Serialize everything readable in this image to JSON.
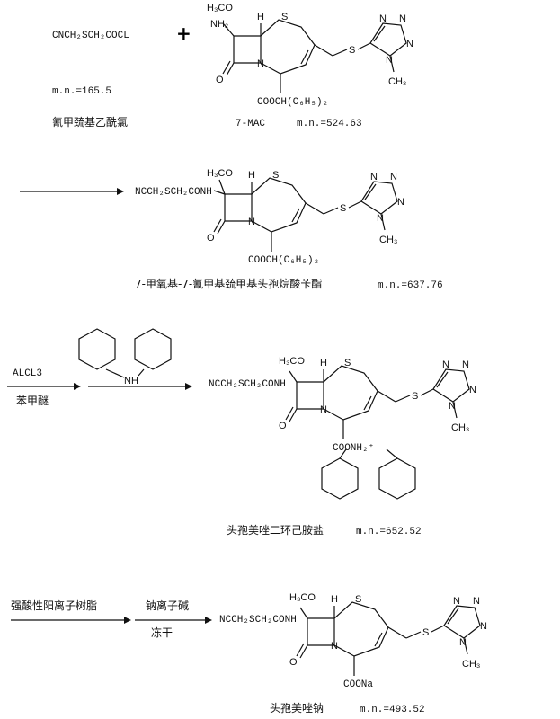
{
  "reagent": {
    "formula": "CNCH₂SCH₂COCL",
    "mw": "m.n.=165.5",
    "name": "氰甲巯基乙酰氯"
  },
  "plus": "+",
  "mac": {
    "name": "7-MAC",
    "mw": "m.n.=524.63",
    "h3co": "H₃CO",
    "nh2": "NH₂",
    "ester": "COOCH(C₆H₅)₂"
  },
  "intermediate": {
    "name": "7-甲氧基-7-氰甲基巯甲基头孢烷酸苄酯",
    "mw": "m.n.=637.76",
    "sidechain": "NCCH₂SCH₂CONH",
    "h3co": "H₃CO",
    "ester": "COOCH(C₆H₅)₂"
  },
  "step2": {
    "reagent_top": "ALCL3",
    "reagent_bottom": "苯甲醚",
    "amine_label": "NH"
  },
  "salt": {
    "name": "头孢美唑二环己胺盐",
    "mw": "m.n.=652.52",
    "sidechain": "NCCH₂SCH₂CONH",
    "h3co": "H₃CO",
    "ester": "COONH₂⁺"
  },
  "step3": {
    "reagent1": "强酸性阳离子树脂",
    "reagent2_top": "钠离子碱",
    "reagent2_bottom": "冻干"
  },
  "product": {
    "name": "头孢美唑钠",
    "mw": "m.n.=493.52",
    "sidechain": "NCCH₂SCH₂CONH",
    "h3co": "H₃CO",
    "ester": "COONa"
  },
  "atoms": {
    "S": "S",
    "N": "N",
    "O": "O",
    "H": "H",
    "CH3": "CH₃"
  }
}
